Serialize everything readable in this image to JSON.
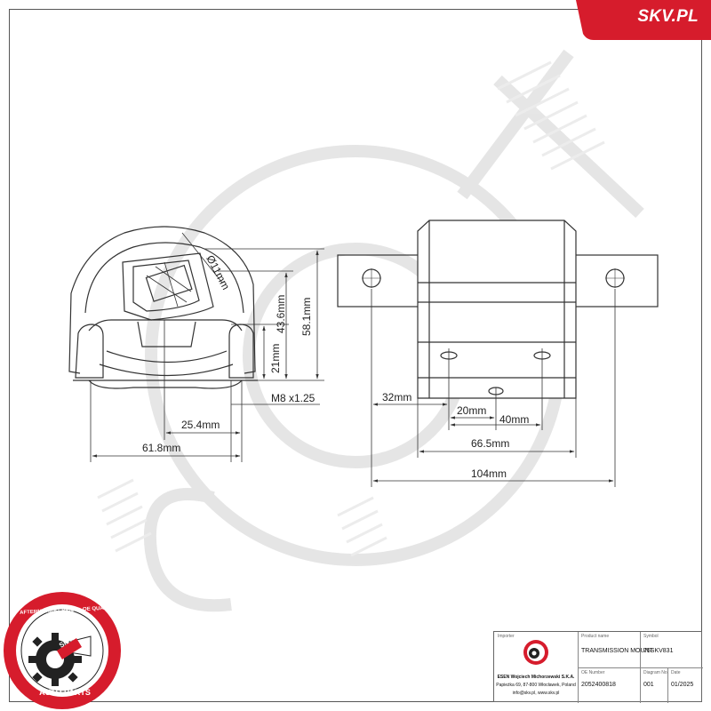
{
  "brand": {
    "site": "SKV.PL"
  },
  "logo": {
    "ring_text": "AFTERMARKET PRICE · OE QUALITY",
    "bottom_text": "AUTO PARTS",
    "badge": "SKV"
  },
  "dimensions": {
    "hole_dia": "Ø11mm",
    "h436": "43.6mm",
    "h581": "58.1mm",
    "h21": "21mm",
    "thread": "M8 x1.25",
    "w254": "25.4mm",
    "w618": "61.8mm",
    "w32": "32mm",
    "w20": "20mm",
    "w40": "40mm",
    "w665": "66.5mm",
    "w104": "104mm"
  },
  "title_block": {
    "importer_label": "Importer",
    "importer_name": "ESEN Wojciech Michorzewski S.K.A.",
    "importer_address": "Papieżka 69, 87-800 Włocławek, Poland",
    "importer_contact": "info@skv.pl, www.skv.pl",
    "product_name_label": "Product name",
    "product_name": "TRANSMISSION MOUNT",
    "symbol_label": "Symbol",
    "symbol": "75SKV831",
    "oe_number_label": "OE Number",
    "oe_number": "2052400818",
    "diagram_no_label": "Diagram No.",
    "diagram_no": "001",
    "date_label": "Date",
    "date": "01/2025"
  },
  "colors": {
    "brand_red": "#d61c2c",
    "line": "#333333",
    "watermark": "#e6e6e6"
  }
}
